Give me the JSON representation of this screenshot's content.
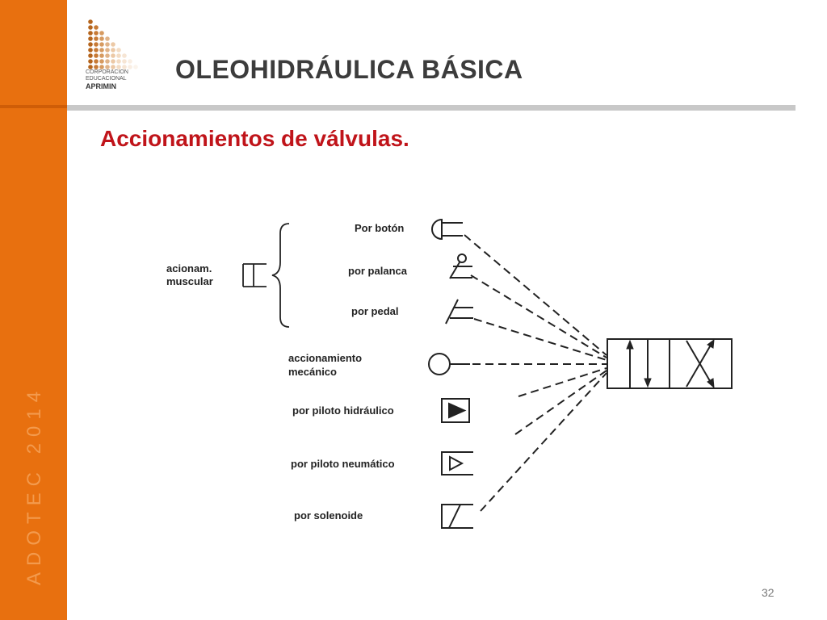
{
  "sidebar": {
    "vertical_text": "ADOTEC 2014"
  },
  "logo": {
    "line1": "CORPORACION",
    "line2": "EDUCACIONAL",
    "brand": "APRIMIN"
  },
  "header": {
    "title": "OLEOHIDRÁULICA BÁSICA"
  },
  "content": {
    "subtitle": "Accionamientos de válvulas."
  },
  "diagram": {
    "group_label_line1": "acionam.",
    "group_label_line2": "muscular",
    "actuators": {
      "boton": "Por botón",
      "palanca": "por palanca",
      "pedal": "por pedal",
      "mecanico_line1": "accionamiento",
      "mecanico_line2": "mecánico",
      "piloto_hidraulico": "por piloto hidráulico",
      "piloto_neumatico": "por piloto neumático",
      "solenoide": "por solenoide"
    }
  },
  "footer": {
    "page_number": "32"
  },
  "colors": {
    "sidebar": "#e8700f",
    "subtitle": "#c0141a",
    "title": "#3c3c3c"
  }
}
